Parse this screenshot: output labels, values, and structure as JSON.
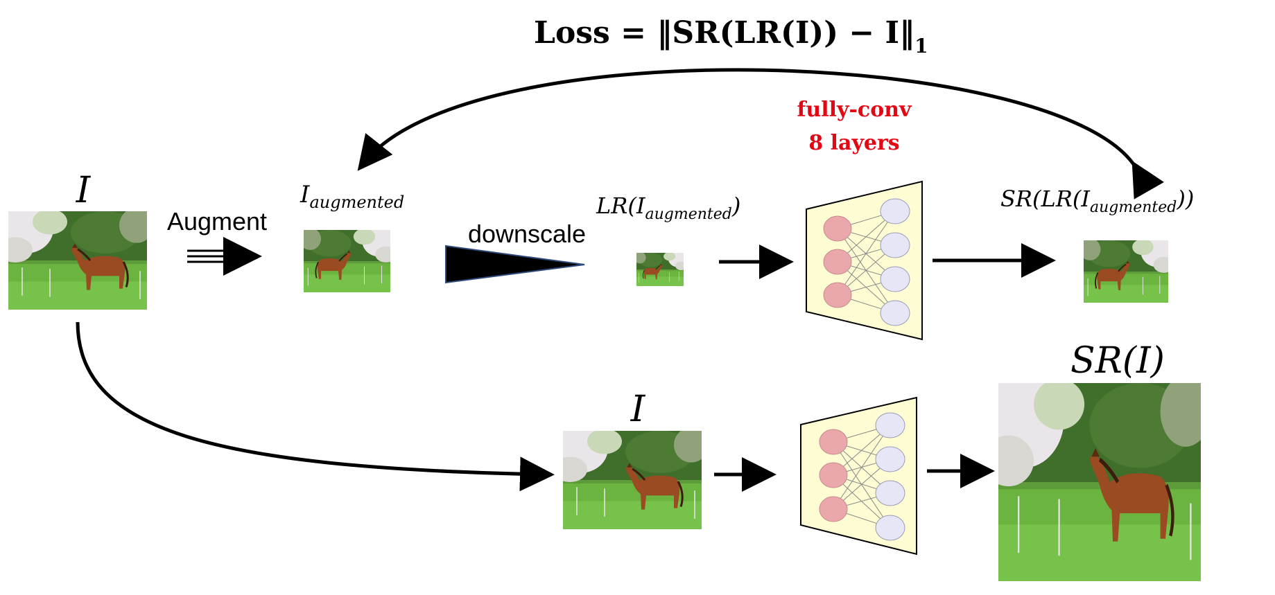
{
  "formula": {
    "prefix": "Loss = ",
    "expression": "SR(LR(I)) − I",
    "subscript": "1"
  },
  "network_note": {
    "line1": "fully-conv",
    "line2": "8 layers",
    "color": "#e30613"
  },
  "labels": {
    "input": "I",
    "augment": "Augment",
    "augmented": {
      "base": "I",
      "sub": "augmented"
    },
    "downscale": "downscale",
    "lr": {
      "prefix": "LR(",
      "base": "I",
      "sub": "augmented",
      "suffix": ")"
    },
    "sr_lr": {
      "prefix": "SR(LR(",
      "base": "I",
      "sub": "augmented",
      "suffix": "))"
    },
    "test_input": "I",
    "output": "SR(I)"
  },
  "colors": {
    "neuron_input": "#eaa8ad",
    "neuron_output": "#e6e6f6",
    "network_fill": "#fdfcd3",
    "arrow": "#000000",
    "grass": "#5fa838",
    "bush": "#3f6f2a",
    "blossom": "#f1eef0",
    "horse": "#9a4b22"
  }
}
